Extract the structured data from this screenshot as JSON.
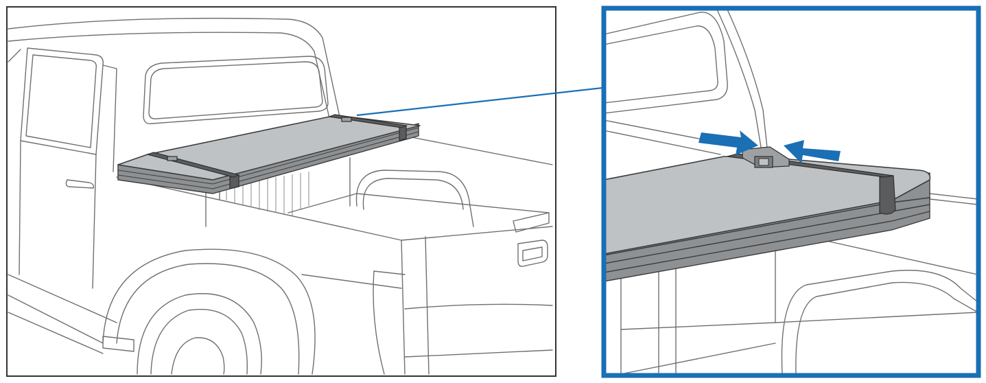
{
  "colors": {
    "accent_blue": "#1a6fb5",
    "frame_dark": "#333333",
    "cover_fill": "#bfc2c4",
    "cover_side": "#8e9193",
    "strap": "#5a5c5e",
    "line_art": "#6f6f6f"
  },
  "panels": {
    "overview": {
      "subject": "pickup-truck-with-folded-tonneau-cover"
    },
    "detail": {
      "subject": "strap-buckle-closeup",
      "arrow_count": 2
    }
  },
  "icons": {
    "arrow_left": "arrow-right-icon",
    "arrow_right": "arrow-left-icon"
  }
}
